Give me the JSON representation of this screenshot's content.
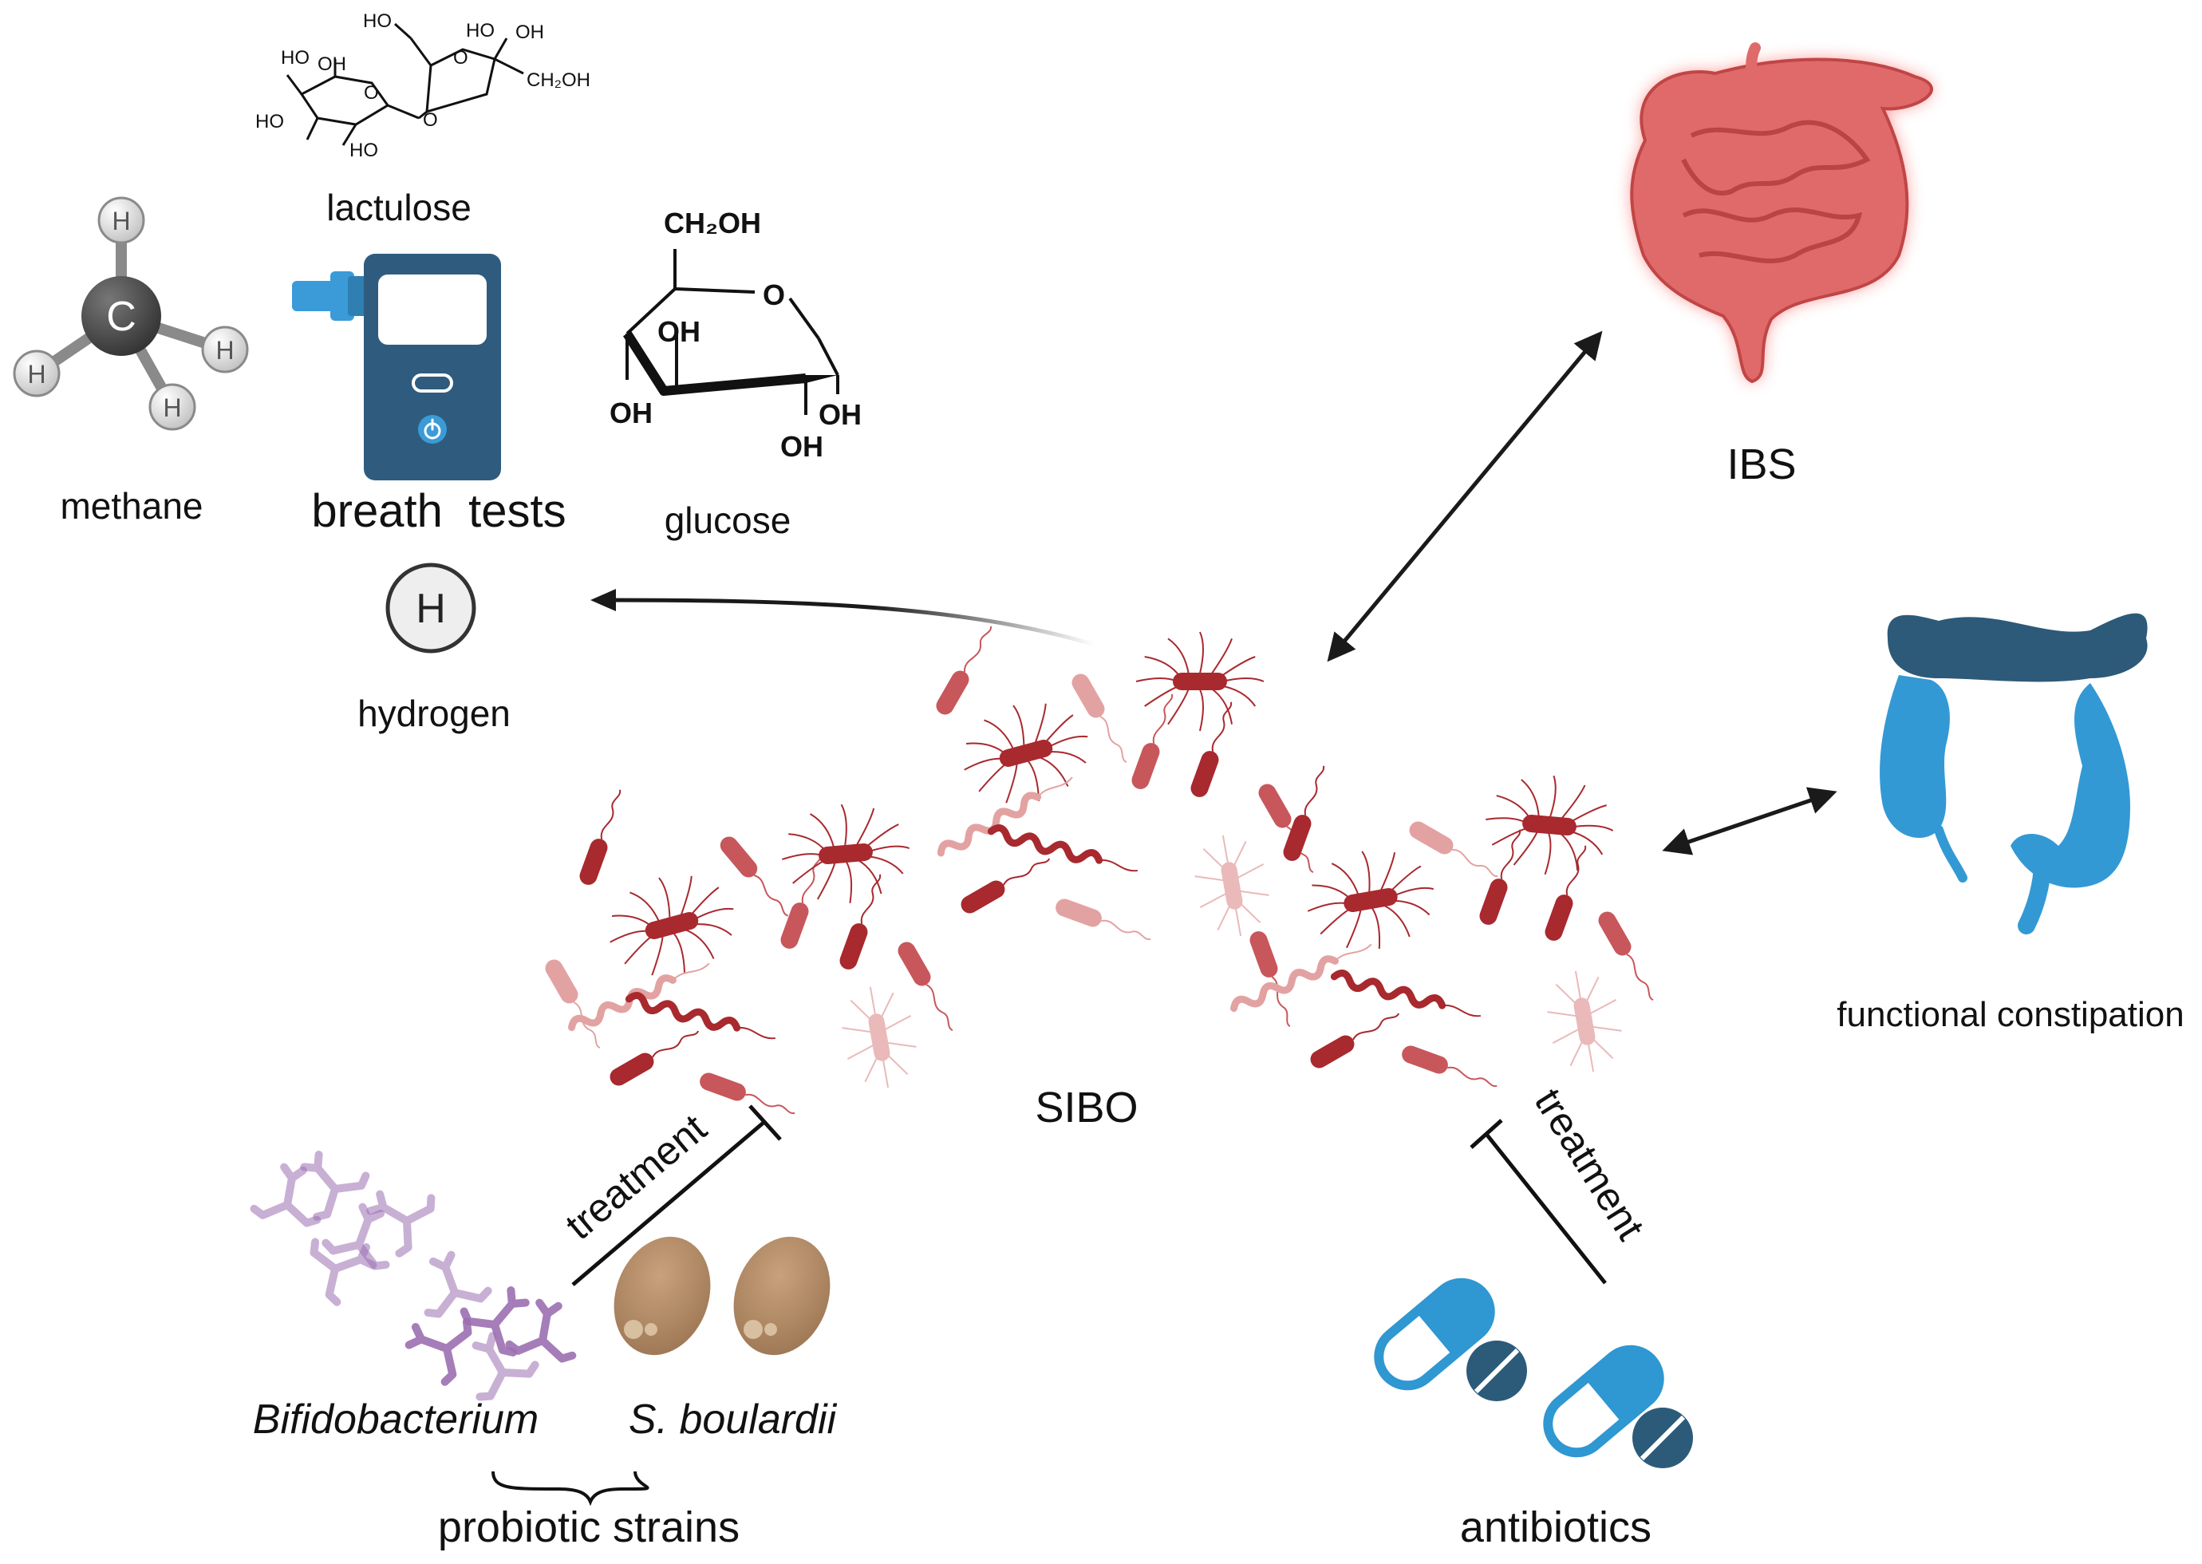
{
  "labels": {
    "lactulose": "lactulose",
    "methane": "methane",
    "breath_tests": "breath  tests",
    "glucose": "glucose",
    "hydrogen": "hydrogen",
    "ibs": "IBS",
    "functional_constipation": "functional constipation",
    "sibo": "SIBO",
    "treatment_left": "treatment",
    "treatment_right": "treatment",
    "bifidobacterium": "Bifidobacterium",
    "s_boulardii": "S. boulardii",
    "probiotic_strains": "probiotic strains",
    "antibiotics": "antibiotics"
  },
  "atoms": {
    "carbon": "C",
    "hydrogen": "H",
    "hydrogen_badge": "H"
  },
  "glucose_groups": {
    "ch2oh": "CH₂OH",
    "ring_o": "O",
    "oh_a": "OH",
    "oh_b": "OH",
    "oh_c": "OH",
    "oh_d": "OH"
  },
  "lactulose_groups": {
    "ho1": "HO",
    "ho2": "HO",
    "ho3": "HO",
    "ho4": "HO",
    "ho5": "HO",
    "oh1": "OH",
    "oh2": "OH",
    "ch2oh": "CH₂OH",
    "o1": "O",
    "o2": "O",
    "o3": "O"
  },
  "colors": {
    "bacteria_dark": "#a8292e",
    "bacteria_mid": "#c7575b",
    "bacteria_light": "#e3a2a2",
    "ibs_intestine": "#e06a6a",
    "ibs_glow": "#ff3b3b",
    "colon_light": "#3399d4",
    "colon_dark": "#2d5a78",
    "device": "#2f5c7e",
    "device_nozzle": "#3a9bd8",
    "capsule_blue": "#2f97d1",
    "tablet_dark": "#2c5b7a",
    "yeast": "#b8906a",
    "bifido": "#9b6fb0",
    "arrow": "#1a1a1a"
  }
}
